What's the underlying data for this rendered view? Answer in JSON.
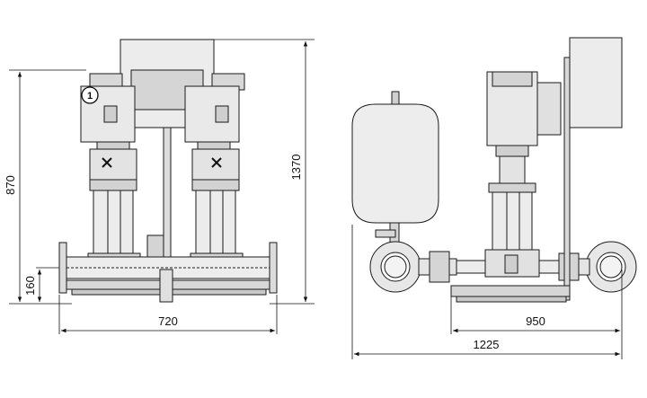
{
  "front_view": {
    "callout_number": "1",
    "dim_total_height": "870",
    "dim_pipe_height": "160",
    "dim_width": "720",
    "dim_overall_height": "1370"
  },
  "side_view": {
    "dim_depth": "950",
    "dim_total_depth": "1225"
  },
  "colors": {
    "line": "#1a1a1a",
    "fill": "#e6e6e6",
    "fill_dark": "#c9c9c9",
    "background": "#ffffff"
  }
}
